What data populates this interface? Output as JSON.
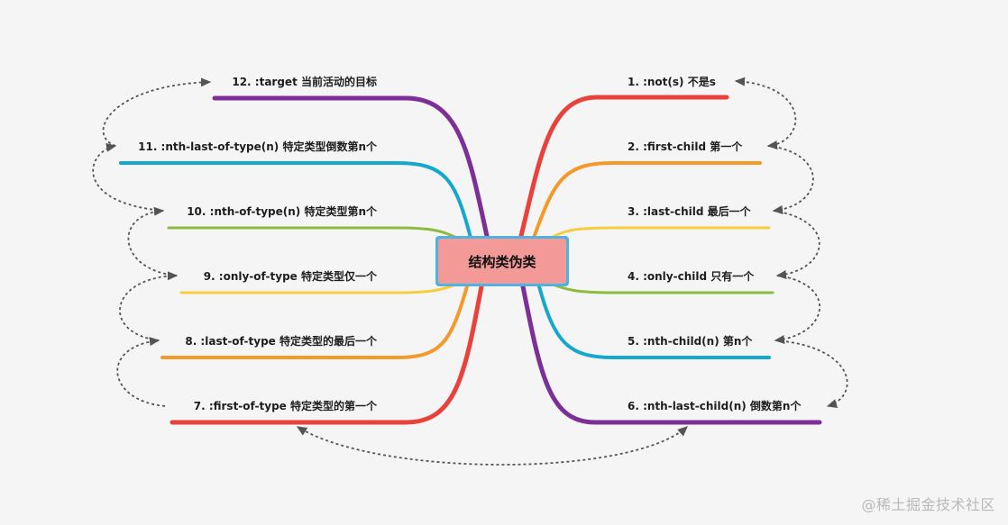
{
  "center": {
    "label": "结构类伪类"
  },
  "right_nodes": [
    {
      "label": "1. :not(s) 不是s",
      "color": "#e8423a"
    },
    {
      "label": "2. :first-child 第一个",
      "color": "#f39a2b"
    },
    {
      "label": "3. :last-child 最后一个",
      "color": "#f6cd3f"
    },
    {
      "label": "4. :only-child 只有一个",
      "color": "#8dbb3f"
    },
    {
      "label": "5. :nth-child(n) 第n个",
      "color": "#16a7cc"
    },
    {
      "label": "6. :nth-last-child(n) 倒数第n个",
      "color": "#7b2f97"
    }
  ],
  "left_nodes": [
    {
      "label": "7. :first-of-type 特定类型的第一个",
      "color": "#e8423a"
    },
    {
      "label": "8. :last-of-type 特定类型的最后一个",
      "color": "#f39a2b"
    },
    {
      "label": "9. :only-of-type 特定类型仅一个",
      "color": "#f6cd3f"
    },
    {
      "label": "10. :nth-of-type(n) 特定类型第n个",
      "color": "#8dbb3f"
    },
    {
      "label": "11. :nth-last-of-type(n) 特定类型倒数第n个",
      "color": "#16a7cc"
    },
    {
      "label": "12. :target 当前活动的目标",
      "color": "#7b2f97"
    }
  ],
  "watermark": "@稀土掘金技术社区"
}
